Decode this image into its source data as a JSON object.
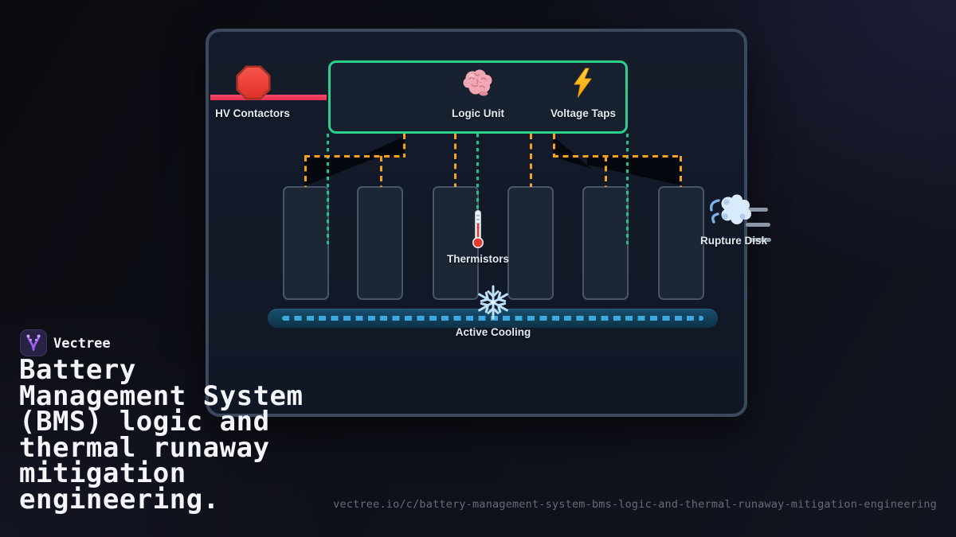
{
  "brand": {
    "name": "Vectree",
    "logo_icon": "vectree-branch-icon"
  },
  "title": "Battery\nManagement System\n(BMS) logic and\nthermal runaway\nmitigation\nengineering.",
  "footer_url": "vectree.io/c/battery-management-system-bms-logic-and-thermal-runaway-mitigation-engineering",
  "diagram": {
    "hv_contactors": {
      "label": "HV Contactors",
      "icon": "stop-sign-icon",
      "bus_color": "#ef3a5e"
    },
    "control_box": {
      "border_color": "#2bd08c",
      "items": [
        {
          "label": "Logic Unit",
          "icon": "brain-icon"
        },
        {
          "label": "Voltage Taps",
          "icon": "lightning-icon"
        }
      ]
    },
    "battery_cells": {
      "count": 6
    },
    "sense_lines": {
      "color": "#1fc18c",
      "style": "dashed"
    },
    "tap_lines": {
      "color": "#f5a01f",
      "style": "dashed"
    },
    "thermistors": {
      "label": "Thermistors",
      "icon": "thermometer-icon"
    },
    "active_cooling": {
      "label": "Active Cooling",
      "icon": "snowflake-icon",
      "bar_color": "#123d56",
      "dash_color": "#3caade"
    },
    "rupture_disk": {
      "label": "Rupture Disk",
      "icon": "wind-puff-icon"
    }
  }
}
